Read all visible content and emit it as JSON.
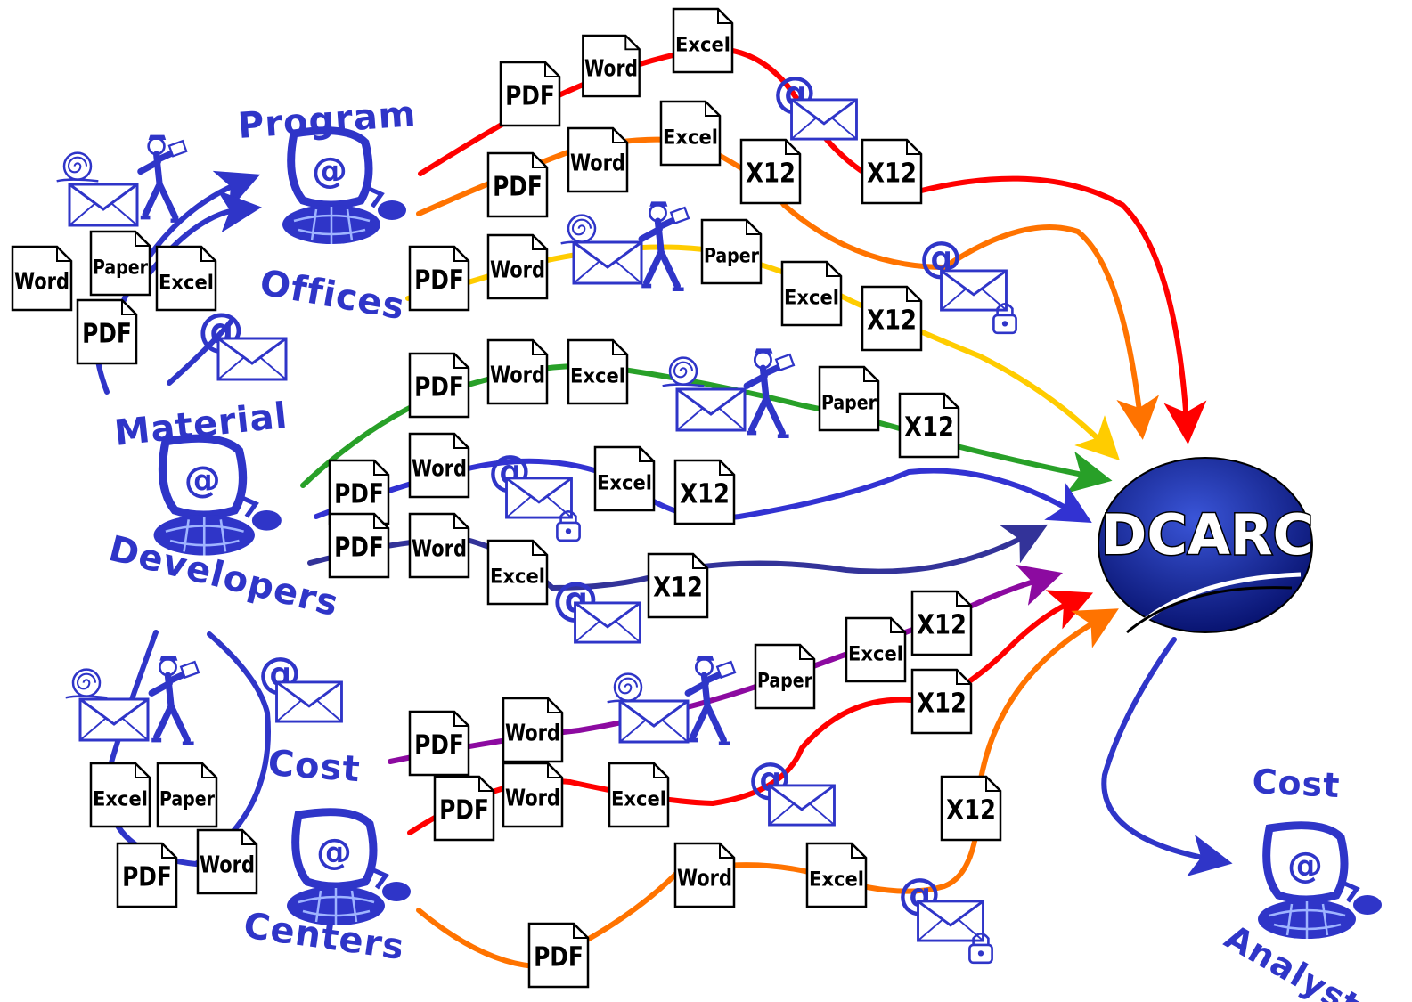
{
  "colors": {
    "red": "#ff0000",
    "orange": "#ff7300",
    "yellow": "#ffcc00",
    "green": "#28a028",
    "blue": "#3232d2",
    "navy": "#333399",
    "purple": "#8c0aa0",
    "node_blue": "#2f35c8",
    "dcarc_blue": "#0a1e8c"
  },
  "nodes": {
    "program_offices": {
      "line1": "Program",
      "line2": "Offices"
    },
    "material_developers": {
      "line1": "Material",
      "line2": "Developers"
    },
    "cost_centers": {
      "line1": "Cost",
      "line2": "Centers"
    },
    "cost_analysts": {
      "line1": "Cost",
      "line2": "Analysts"
    },
    "dcarc": {
      "label": "DCARC"
    }
  },
  "documents": [
    "Word",
    "Paper",
    "Excel",
    "PDF",
    "PDF",
    "Word",
    "Excel",
    "PDF",
    "Word",
    "Excel",
    "X12",
    "X12",
    "PDF",
    "Word",
    "Paper",
    "Excel",
    "X12",
    "PDF",
    "Word",
    "Excel",
    "Paper",
    "X12",
    "PDF",
    "Word",
    "Excel",
    "X12",
    "PDF",
    "Word",
    "Excel",
    "X12",
    "Excel",
    "Paper",
    "PDF",
    "Word",
    "PDF",
    "Word",
    "Paper",
    "Excel",
    "X12",
    "PDF",
    "Word",
    "Excel",
    "X12",
    "X12",
    "PDF",
    "Word",
    "Excel"
  ],
  "icons": {
    "computer": "at-sign-computer-icon",
    "email": "at-sign-envelope-icon",
    "snail_mail": "snail-mail-envelope-icon",
    "mail_carrier": "mail-carrier-icon",
    "lock": "padlock-icon"
  }
}
